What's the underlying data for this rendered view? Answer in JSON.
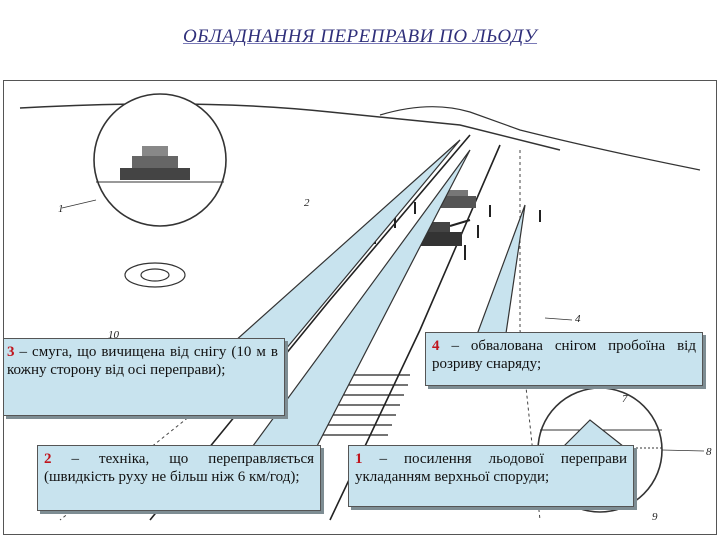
{
  "title": "ОБЛАДНАННЯ ПЕРЕПРАВИ ПО ЛЬОДУ",
  "figure_labels": {
    "n1": "1",
    "n2": "2",
    "n4": "4",
    "n7": "7",
    "n8": "8",
    "n9": "9",
    "n10": "10"
  },
  "callouts": {
    "c3": {
      "num": "3",
      "text": " – смуга, що вичищена від снігу (10 м в кожну сторону від осі переправи);"
    },
    "c4": {
      "num": "4",
      "text": " – обвалована снігом пробоїна від розриву снаряду;"
    },
    "c2": {
      "num": "2",
      "text": " – техніка, що переправляється (швидкість руху не більш ніж 6 км/год);"
    },
    "c1": {
      "num": "1",
      "text": " – посилення льодової переправи укладанням верхньої споруди;"
    }
  },
  "colors": {
    "callout_bg": "#c8e3ee",
    "title": "#2f2f7a",
    "number": "#c0141c"
  }
}
